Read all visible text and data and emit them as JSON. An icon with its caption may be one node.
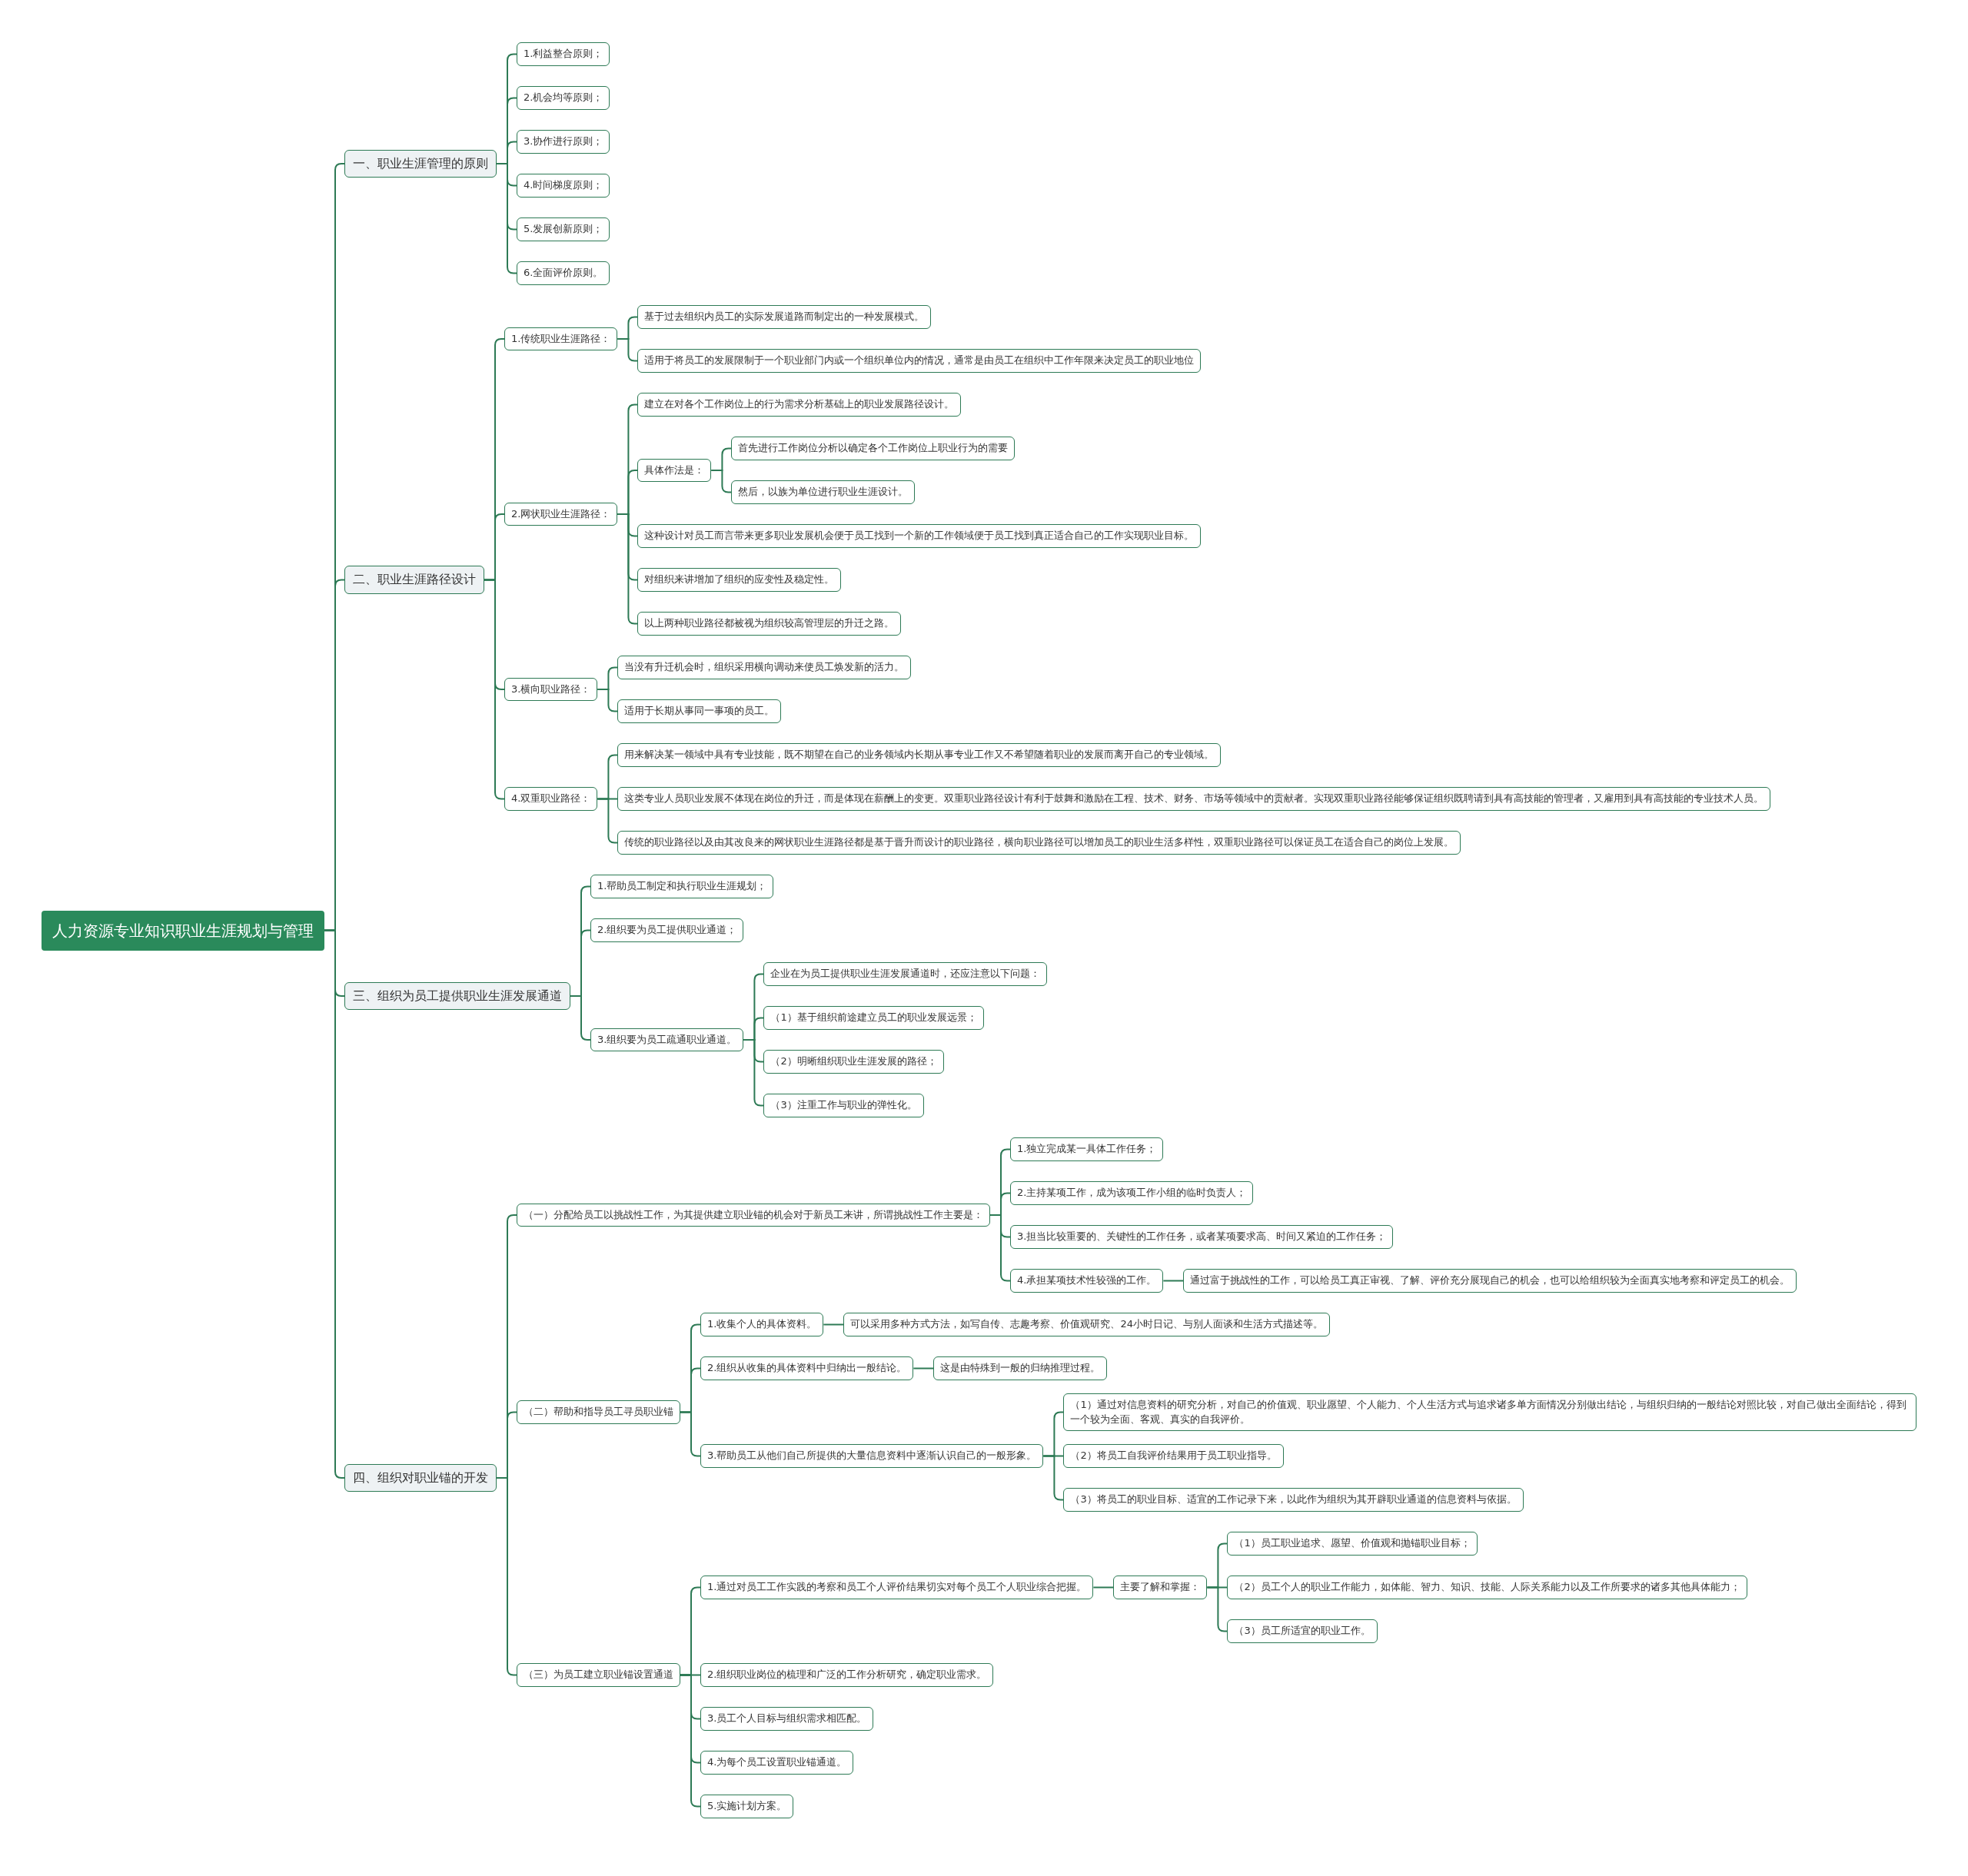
{
  "diagram": {
    "nodes": [
      {
        "text": [
          "人力资源专业知识职业生涯规划与管理"
        ]
      },
      {
        "text": [
          "一、职业生涯管理的原则"
        ]
      },
      {
        "text": [
          "1.利益整合原则；"
        ]
      },
      {
        "text": [
          "2.机会均等原则；"
        ]
      },
      {
        "text": [
          "3.协作进行原则；"
        ]
      },
      {
        "text": [
          "4.时间梯度原则；"
        ]
      },
      {
        "text": [
          "5.发展创新原则；"
        ]
      },
      {
        "text": [
          "6.全面评价原则。"
        ]
      },
      {
        "text": [
          "二、职业生涯路径设计"
        ]
      },
      {
        "text": [
          "1.传统职业生涯路径："
        ]
      },
      {
        "text": [
          "基于过去组织内员工的实际发展道路而制定出的一种发展模式。"
        ]
      },
      {
        "text": [
          "适用于将员工的发展限制于一个职业部门内或一个组织单位内的情况，通常是由员工在组织中工作年限来决定员工的职业地位"
        ]
      },
      {
        "text": [
          "2.网状职业生涯路径："
        ]
      },
      {
        "text": [
          "建立在对各个工作岗位上的行为需求分析基础上的职业发展路径设计。"
        ]
      },
      {
        "text": [
          "具体作法是："
        ]
      },
      {
        "text": [
          "首先进行工作岗位分析以确定各个工作岗位上职业行为的需要"
        ]
      },
      {
        "text": [
          "然后，以族为单位进行职业生涯设计。"
        ]
      },
      {
        "text": [
          "这种设计对员工而言带来更多职业发展机会便于员工找到一个新的工作领域便于员工找到真正适合自己的工作实现职业目标。"
        ]
      },
      {
        "text": [
          "对组织来讲增加了组织的应变性及稳定性。"
        ]
      },
      {
        "text": [
          "以上两种职业路径都被视为组织较高管理层的升迁之路。"
        ]
      },
      {
        "text": [
          "3.横向职业路径："
        ]
      },
      {
        "text": [
          "当没有升迁机会时，组织采用横向调动来使员工焕发新的活力。"
        ]
      },
      {
        "text": [
          "适用于长期从事同一事项的员工。"
        ]
      },
      {
        "text": [
          "4.双重职业路径："
        ]
      },
      {
        "text": [
          "用来解决某一领域中具有专业技能，既不期望在自己的业务领域内长期从事专业工作又不希望随着职业的发展而离开自己的专业领域。"
        ]
      },
      {
        "text": [
          "这类专业人员职业发展不体现在岗位的升迁，而是体现在薪酬上的变更。双重职业路径设计有利于鼓舞和激励在工程、技术、财务、市场等领域中的贡献者。实现双重职业路径能够保证组织既聘请到具有高技能的管理者，又雇用到具有高技能的专业技术人员。"
        ]
      },
      {
        "text": [
          "传统的职业路径以及由其改良来的网状职业生涯路径都是基于晋升而设计的职业路径，横向职业路径可以增加员工的职业生活多样性，双重职业路径可以保证员工在适合自己的岗位上发展。"
        ]
      },
      {
        "text": [
          "三、组织为员工提供职业生涯发展通道"
        ]
      },
      {
        "text": [
          "1.帮助员工制定和执行职业生涯规划；"
        ]
      },
      {
        "text": [
          "2.组织要为员工提供职业通道；"
        ]
      },
      {
        "text": [
          "3.组织要为员工疏通职业通道。"
        ]
      },
      {
        "text": [
          "企业在为员工提供职业生涯发展通道时，还应注意以下问题："
        ]
      },
      {
        "text": [
          "（1）基于组织前途建立员工的职业发展远景；"
        ]
      },
      {
        "text": [
          "（2）明晰组织职业生涯发展的路径；"
        ]
      },
      {
        "text": [
          "（3）注重工作与职业的弹性化。"
        ]
      },
      {
        "text": [
          "四、组织对职业锚的开发"
        ]
      },
      {
        "text": [
          "（一）分配给员工以挑战性工作，为其提供建立职业锚的机会对于新员工来讲，所谓挑战性工作主要是："
        ]
      },
      {
        "text": [
          "1.独立完成某一具体工作任务；"
        ]
      },
      {
        "text": [
          "2.主持某项工作，成为该项工作小组的临时负责人；"
        ]
      },
      {
        "text": [
          "3.担当比较重要的、关键性的工作任务，或者某项要求高、时间又紧迫的工作任务；"
        ]
      },
      {
        "text": [
          "4.承担某项技术性较强的工作。"
        ]
      },
      {
        "text": [
          "通过富于挑战性的工作，可以给员工真正审视、了解、评价充分展现自己的机会，也可以给组织较为全面真实地考察和评定员工的机会。"
        ]
      },
      {
        "text": [
          "（二）帮助和指导员工寻员职业锚"
        ]
      },
      {
        "text": [
          "1.收集个人的具体资料。"
        ]
      },
      {
        "text": [
          "可以采用多种方式方法，如写自传、志趣考察、价值观研究、24小时日记、与别人面谈和生活方式描述等。"
        ]
      },
      {
        "text": [
          "2.组织从收集的具体资料中归纳出一般结论。"
        ]
      },
      {
        "text": [
          "这是由特殊到一般的归纳推理过程。"
        ]
      },
      {
        "text": [
          "3.帮助员工从他们自己所提供的大量信息资料中逐渐认识自己的一般形象。"
        ]
      },
      {
        "text": [
          "（1）通过对信息资料的研究分析，对自己的价值观、职业愿望、个人能力、个人生活方式与追求诸多单方面情况分别做出结论，与组织归纳的一般结论对照比较，对自己做出全面结论，得到一个较为全面、客观、真实的自我评价。"
        ]
      },
      {
        "text": [
          "（2）将员工自我评价结果用于员工职业指导。"
        ]
      },
      {
        "text": [
          "（3）将员工的职业目标、适宜的工作记录下来，以此作为组织为其开辟职业通道的信息资料与依据。"
        ]
      },
      {
        "text": [
          "（三）为员工建立职业锚设置通道"
        ]
      },
      {
        "text": [
          "1.通过对员工工作实践的考察和员工个人评价结果切实对每个员工个人职业综合把握。"
        ]
      },
      {
        "text": [
          "主要了解和掌握："
        ]
      },
      {
        "text": [
          "（1）员工职业追求、愿望、价值观和抛锚职业目标；"
        ]
      },
      {
        "text": [
          "（2）员工个人的职业工作能力，如体能、智力、知识、技能、人际关系能力以及工作所要求的诸多其他具体能力；"
        ]
      },
      {
        "text": [
          "（3）员工所适宜的职业工作。"
        ]
      },
      {
        "text": [
          "2.组织职业岗位的梳理和广泛的工作分析研究，确定职业需求。"
        ]
      },
      {
        "text": [
          "3.员工个人目标与组织需求相匹配。"
        ]
      },
      {
        "text": [
          "4.为每个员工设置职业锚通道。"
        ]
      },
      {
        "text": [
          "5.实施计划方案。"
        ]
      }
    ],
    "edges": [
      {
        "from": 0,
        "to": 1,
        "arrow": "none"
      },
      {
        "from": 0,
        "to": 8,
        "arrow": "none"
      },
      {
        "from": 0,
        "to": 27,
        "arrow": "none"
      },
      {
        "from": 0,
        "to": 35,
        "arrow": "none"
      },
      {
        "from": 1,
        "to": 2,
        "arrow": "none"
      },
      {
        "from": 1,
        "to": 3,
        "arrow": "none"
      },
      {
        "from": 1,
        "to": 4,
        "arrow": "none"
      },
      {
        "from": 1,
        "to": 5,
        "arrow": "none"
      },
      {
        "from": 1,
        "to": 6,
        "arrow": "none"
      },
      {
        "from": 1,
        "to": 7,
        "arrow": "none"
      },
      {
        "from": 8,
        "to": 9,
        "arrow": "none"
      },
      {
        "from": 8,
        "to": 12,
        "arrow": "none"
      },
      {
        "from": 8,
        "to": 20,
        "arrow": "none"
      },
      {
        "from": 8,
        "to": 23,
        "arrow": "none"
      },
      {
        "from": 9,
        "to": 10,
        "arrow": "none"
      },
      {
        "from": 9,
        "to": 11,
        "arrow": "none"
      },
      {
        "from": 12,
        "to": 13,
        "arrow": "none"
      },
      {
        "from": 12,
        "to": 14,
        "arrow": "none"
      },
      {
        "from": 12,
        "to": 17,
        "arrow": "none"
      },
      {
        "from": 12,
        "to": 18,
        "arrow": "none"
      },
      {
        "from": 12,
        "to": 19,
        "arrow": "none"
      },
      {
        "from": 14,
        "to": 15,
        "arrow": "none"
      },
      {
        "from": 14,
        "to": 16,
        "arrow": "none"
      },
      {
        "from": 20,
        "to": 21,
        "arrow": "none"
      },
      {
        "from": 20,
        "to": 22,
        "arrow": "none"
      },
      {
        "from": 23,
        "to": 24,
        "arrow": "none"
      },
      {
        "from": 23,
        "to": 25,
        "arrow": "none"
      },
      {
        "from": 23,
        "to": 26,
        "arrow": "none"
      },
      {
        "from": 27,
        "to": 28,
        "arrow": "none"
      },
      {
        "from": 27,
        "to": 29,
        "arrow": "none"
      },
      {
        "from": 27,
        "to": 30,
        "arrow": "none"
      },
      {
        "from": 30,
        "to": 31,
        "arrow": "none"
      },
      {
        "from": 30,
        "to": 32,
        "arrow": "none"
      },
      {
        "from": 30,
        "to": 33,
        "arrow": "none"
      },
      {
        "from": 30,
        "to": 34,
        "arrow": "none"
      },
      {
        "from": 35,
        "to": 36,
        "arrow": "none"
      },
      {
        "from": 35,
        "to": 42,
        "arrow": "none"
      },
      {
        "from": 35,
        "to": 51,
        "arrow": "none"
      },
      {
        "from": 36,
        "to": 37,
        "arrow": "none"
      },
      {
        "from": 36,
        "to": 38,
        "arrow": "none"
      },
      {
        "from": 36,
        "to": 39,
        "arrow": "none"
      },
      {
        "from": 36,
        "to": 40,
        "arrow": "none"
      },
      {
        "from": 40,
        "to": 41,
        "arrow": "none"
      },
      {
        "from": 42,
        "to": 43,
        "arrow": "none"
      },
      {
        "from": 42,
        "to": 45,
        "arrow": "none"
      },
      {
        "from": 42,
        "to": 47,
        "arrow": "none"
      },
      {
        "from": 43,
        "to": 44,
        "arrow": "none"
      },
      {
        "from": 45,
        "to": 46,
        "arrow": "none"
      },
      {
        "from": 47,
        "to": 48,
        "arrow": "none"
      },
      {
        "from": 47,
        "to": 49,
        "arrow": "none"
      },
      {
        "from": 47,
        "to": 50,
        "arrow": "none"
      },
      {
        "from": 51,
        "to": 52,
        "arrow": "none"
      },
      {
        "from": 51,
        "to": 57,
        "arrow": "none"
      },
      {
        "from": 51,
        "to": 58,
        "arrow": "none"
      },
      {
        "from": 51,
        "to": 59,
        "arrow": "none"
      },
      {
        "from": 51,
        "to": 60,
        "arrow": "none"
      },
      {
        "from": 52,
        "to": 53,
        "arrow": "none"
      },
      {
        "from": 53,
        "to": 54,
        "arrow": "none"
      },
      {
        "from": 53,
        "to": 55,
        "arrow": "none"
      },
      {
        "from": 53,
        "to": 56,
        "arrow": "none"
      }
    ]
  }
}
